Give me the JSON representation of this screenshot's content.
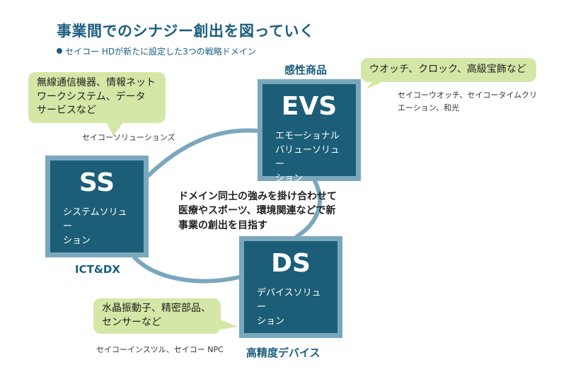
{
  "title": "事業間でのシナジー創出を図っていく",
  "subtitle": "セイコー HDが新たに設定した3つの戦略ドメイン",
  "center_text": [
    "ドメイン同士の強みを掛け合わせて",
    "医療やスポーツ、環境関連などで新",
    "事業の創出を目指す"
  ],
  "domains": {
    "evs": {
      "label": "感性商品",
      "abbr": "EVS",
      "full": [
        "エモーショナル",
        "バリューソリュー",
        "ション"
      ],
      "examples": "ウオッチ、クロック、高級宝飾など",
      "companies": [
        "セイコーウオッチ、セイコータイムクリ",
        "エーション、和光"
      ]
    },
    "ss": {
      "label": "ICT&DX",
      "abbr": "SS",
      "full": [
        "システムソリュー",
        "ション"
      ],
      "examples": [
        "無線通信機器、情報ネット",
        "ワークシステム、データ",
        "サービスなど"
      ],
      "companies": "セイコーソリューションズ"
    },
    "ds": {
      "label": "高精度デバイス",
      "abbr": "DS",
      "full": [
        "デバイスソリュー",
        "ション"
      ],
      "examples": [
        "水晶振動子、精密部品、",
        "センサーなど"
      ],
      "companies": "セイコーインスツル、セイコー NPC"
    }
  },
  "colors": {
    "box_fill": "#1c5e77",
    "box_border": "#7aa7be",
    "bubble": "#d4e7a6",
    "accent": "#1b5e80",
    "link": "#7aa7be"
  }
}
